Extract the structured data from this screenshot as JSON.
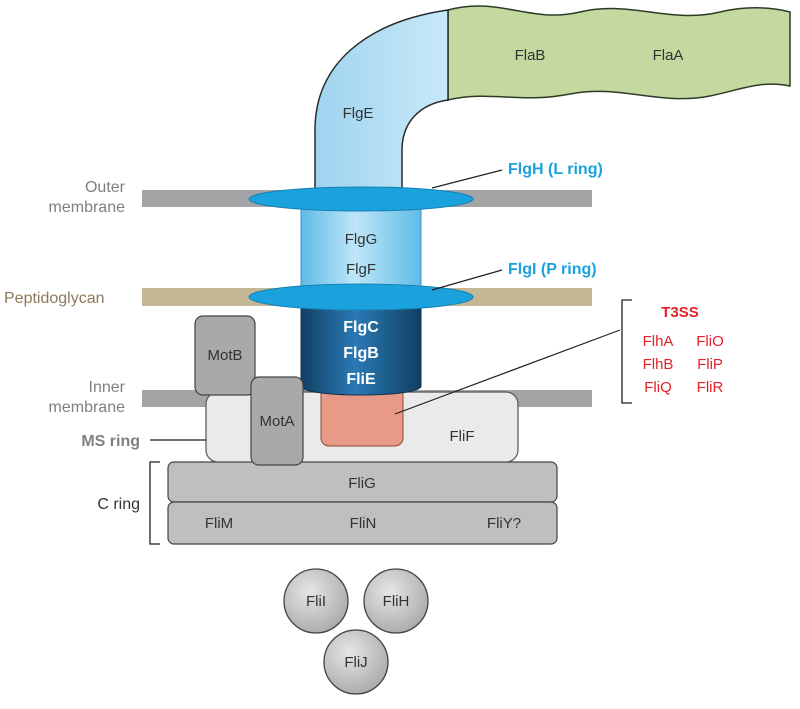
{
  "membranes": {
    "outer_line1": "Outer",
    "outer_line2": "membrane",
    "peptidoglycan": "Peptidoglycan",
    "inner_line1": "Inner",
    "inner_line2": "membrane"
  },
  "filament": {
    "flab": "FlaB",
    "flaa": "FlaA"
  },
  "hook": {
    "flge": "FlgE"
  },
  "rod": {
    "flgg": "FlgG",
    "flgf": "FlgF"
  },
  "ring_labels": {
    "l_ring": "FlgH (L ring)",
    "p_ring": "FlgI (P ring)"
  },
  "inner_rod": {
    "flgc": "FlgC",
    "flgb": "FlgB",
    "flie": "FliE"
  },
  "motor": {
    "motb": "MotB",
    "mota": "MotA"
  },
  "ms_ring": {
    "label": "MS ring",
    "flif": "FliF"
  },
  "c_ring": {
    "label": "C ring",
    "flig": "FliG",
    "flim": "FliM",
    "flin": "FliN",
    "fliy": "FliY?"
  },
  "atpase": {
    "flii": "FliI",
    "flih": "FliH",
    "flij": "FliJ"
  },
  "t3ss": {
    "title": "T3SS",
    "items": [
      "FlhA",
      "FliO",
      "FlhB",
      "FliP",
      "FliQ",
      "FliR"
    ]
  },
  "colors": {
    "filament": "#c3d9a0",
    "hook": "#b5def3",
    "ring": "#1ba1dc",
    "inner_rod_dark": "#1d5f8f",
    "export_gate": "#e89a86",
    "protein_gray": "#bfbfbf",
    "t3ss_red": "#e2212a"
  }
}
